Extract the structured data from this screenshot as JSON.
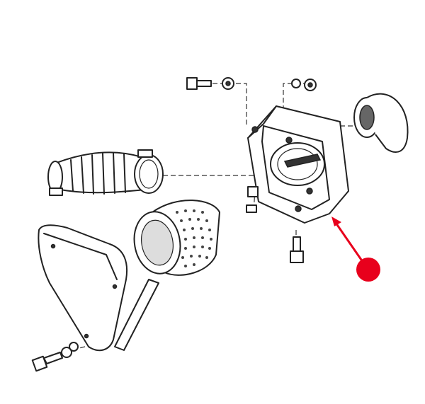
{
  "diagram": {
    "parts": [
      {
        "id": "air-filter-housing"
      },
      {
        "id": "air-filter-element"
      },
      {
        "id": "filter-cover-plate"
      },
      {
        "id": "intake-hose-with-clamps"
      },
      {
        "id": "intake-snorkel"
      },
      {
        "id": "gasket-strip"
      },
      {
        "id": "bolts-and-nuts"
      }
    ],
    "highlight": {
      "target": "air-filter-housing",
      "marker": "red-dot-with-arrow"
    }
  },
  "colors": {
    "line": "#222222",
    "highlight": "#e8001c",
    "background": "#ffffff"
  }
}
